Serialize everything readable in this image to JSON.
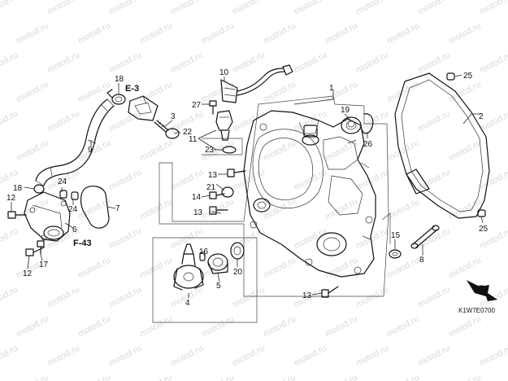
{
  "watermark": "motod.ru",
  "image_code": "K1W7E0700",
  "direction_label": "FR.",
  "refs": {
    "e3": "E-3",
    "f43": "F-43"
  },
  "callouts": {
    "p1": "1",
    "p2": "2",
    "p3": "3",
    "p4": "4",
    "p5": "5",
    "p6": "6",
    "p7": "7",
    "p8": "8",
    "p9": "9",
    "p10": "10",
    "p11": "11",
    "p12a": "12",
    "p12b": "12",
    "p13a": "13",
    "p13b": "13",
    "p13c": "13",
    "p14": "14",
    "p15": "15",
    "p16": "16",
    "p17": "17",
    "p18a": "18",
    "p18b": "18",
    "p19": "19",
    "p20": "20",
    "p21": "21",
    "p22": "22",
    "p23": "23",
    "p24a": "24",
    "p24b": "24",
    "p25a": "25",
    "p25b": "25",
    "p26": "26",
    "p27": "27"
  }
}
